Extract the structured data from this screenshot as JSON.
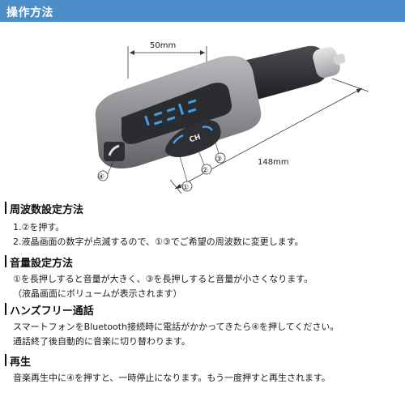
{
  "header": {
    "title": "操作方法",
    "color": "#4b8ec9"
  },
  "figure": {
    "width_label": "50mm",
    "length_label": "148mm",
    "button_labels": [
      "①",
      "②",
      "③",
      "④"
    ],
    "device_colors": {
      "body": "#8e9093",
      "dark": "#2d2f33",
      "screen": "#2a2c30",
      "accent": "#3fa0e6"
    }
  },
  "sections": [
    {
      "heading": "周波数設定方法",
      "lines": [
        "1.②を押す。",
        "2.液晶画面の数字が点滅するので、①③でご希望の周波数に変更します。"
      ]
    },
    {
      "heading": "音量設定方法",
      "lines": [
        "①を長押しすると音量が大きく、③を長押しすると音量が小さくなります。",
        "（液晶画面にボリュームが表示されます）"
      ]
    },
    {
      "heading": "ハンズフリー通話",
      "lines": [
        "スマートフォンをBluetooth接続時に電話がかかってきたら④を押してください。",
        "通話終了後自動的に音楽に切り替わります。"
      ]
    },
    {
      "heading": "再生",
      "lines": [
        "音楽再生中に④を押すと、一時停止になります。もう一度押すと再生されます。"
      ]
    }
  ]
}
